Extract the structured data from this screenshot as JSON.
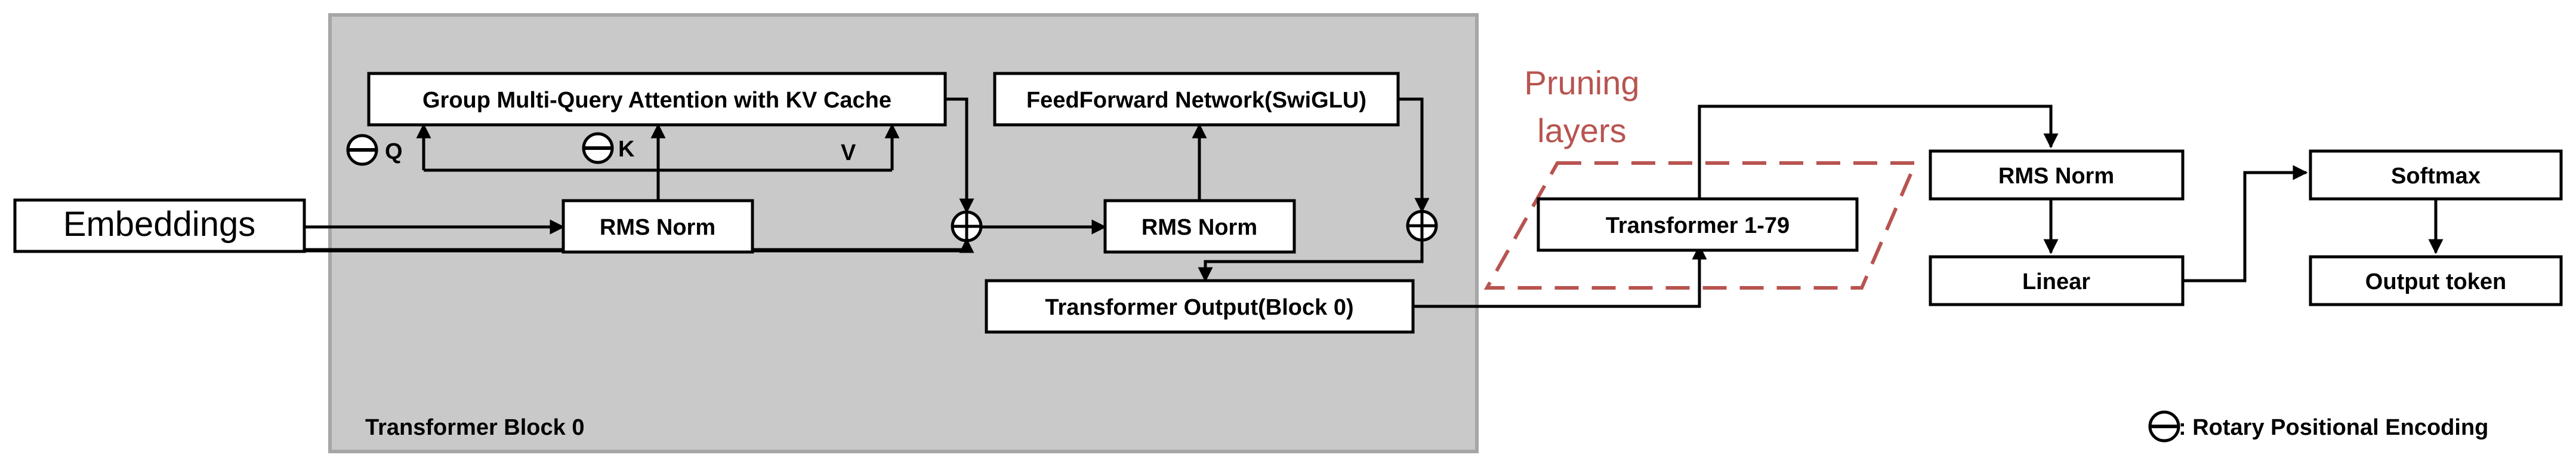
{
  "block": {
    "label": "Transformer Block 0",
    "background": "#c9c9c9",
    "border": "#a6a6a6"
  },
  "nodes": {
    "embeddings": "Embeddings",
    "gqa": "Group Multi-Query Attention with KV Cache",
    "rms_norm_attn": "RMS Norm",
    "ffn": "FeedForward Network(SwiGLU)",
    "rms_norm_ffn": "RMS Norm",
    "block0_output": "Transformer Output(Block 0)",
    "transformer_1_79": "Transformer 1-79",
    "rms_norm_final": "RMS Norm",
    "linear": "Linear",
    "softmax": "Softmax",
    "output_token": "Output token"
  },
  "qkv": {
    "q": "Q",
    "k": "K",
    "v": "V"
  },
  "pruning": {
    "line1": "Pruning",
    "line2": "layers",
    "color": "#b85450"
  },
  "legend": {
    "text": ": Rotary Positional Encoding",
    "icon": "circled-minus-icon"
  }
}
